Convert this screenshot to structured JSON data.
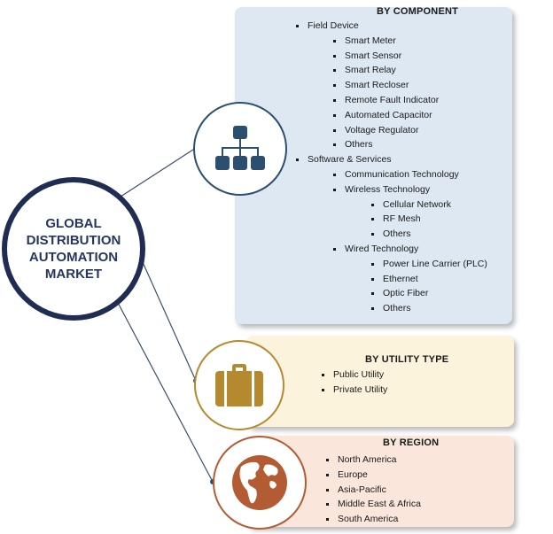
{
  "hub": {
    "title": "GLOBAL\nDISTRIBUTION\nAUTOMATION\nMARKET"
  },
  "segments": {
    "component": {
      "title": "BY COMPONENT",
      "icon": "hierarchy-icon",
      "items": [
        "Field Device",
        "Smart Meter",
        "Smart Sensor",
        "Smart Relay",
        "Smart Recloser",
        "Remote Fault Indicator",
        "Automated Capacitor",
        "Voltage Regulator",
        "Others",
        "Software & Services",
        "Communication Technology",
        "Wireless Technology",
        "Cellular Network",
        "RF Mesh",
        "Others",
        "Wired Technology",
        "Power Line Carrier (PLC)",
        "Ethernet",
        "Optic Fiber",
        "Others"
      ]
    },
    "utility": {
      "title": "BY UTILITY TYPE",
      "icon": "briefcase-icon",
      "items": [
        "Public Utility",
        "Private Utility"
      ]
    },
    "region": {
      "title": "BY REGION",
      "icon": "globe-icon",
      "items": [
        "North America",
        "Europe",
        "Asia-Pacific",
        "Middle East & Africa",
        "South America"
      ]
    }
  },
  "colors": {
    "hub_border": "#1f2d52",
    "component_accent": "#2c4f70",
    "component_bg": "#dde8f2",
    "utility_accent": "#b5892e",
    "utility_bg": "#fcf3dc",
    "region_accent": "#b35c34",
    "region_bg": "#fae6da"
  }
}
